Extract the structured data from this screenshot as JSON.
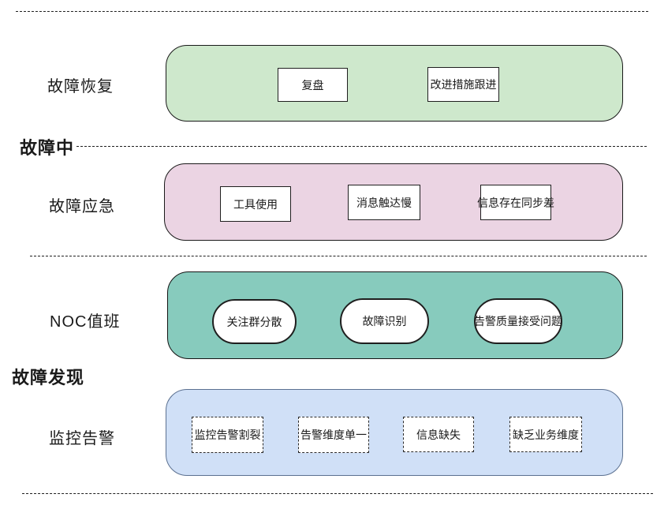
{
  "diagram_title": "incident-lifecycle-stages",
  "colors": {
    "background": "#ffffff",
    "divider": "#1f1f1f",
    "recovery_fill": "#cee8cc",
    "recovery_border": "#1a1a1a",
    "response_fill": "#ebd4e3",
    "response_border": "#1a1a1a",
    "noc_fill": "#87cbbd",
    "noc_border": "#141414",
    "monitoring_fill": "#d0e0f7",
    "monitoring_border": "#5c7191"
  },
  "phases": {
    "during_incident": "故障中",
    "incident_discovery": "故障发现"
  },
  "rows": [
    {
      "label": "故障恢复",
      "item_style": "rect",
      "items": [
        "复盘",
        "改进措施跟进"
      ]
    },
    {
      "label": "故障应急",
      "item_style": "rect",
      "items": [
        "工具使用",
        "消息触达慢",
        "信息存在同步差"
      ]
    },
    {
      "label": "NOC值班",
      "item_style": "stadium",
      "items": [
        "关注群分散",
        "故障识别",
        "告警质量接受问题"
      ]
    },
    {
      "label": "监控告警",
      "item_style": "dashed-rect",
      "items": [
        "监控告警割裂",
        "告警维度单一",
        "信息缺失",
        "缺乏业务维度"
      ]
    }
  ]
}
